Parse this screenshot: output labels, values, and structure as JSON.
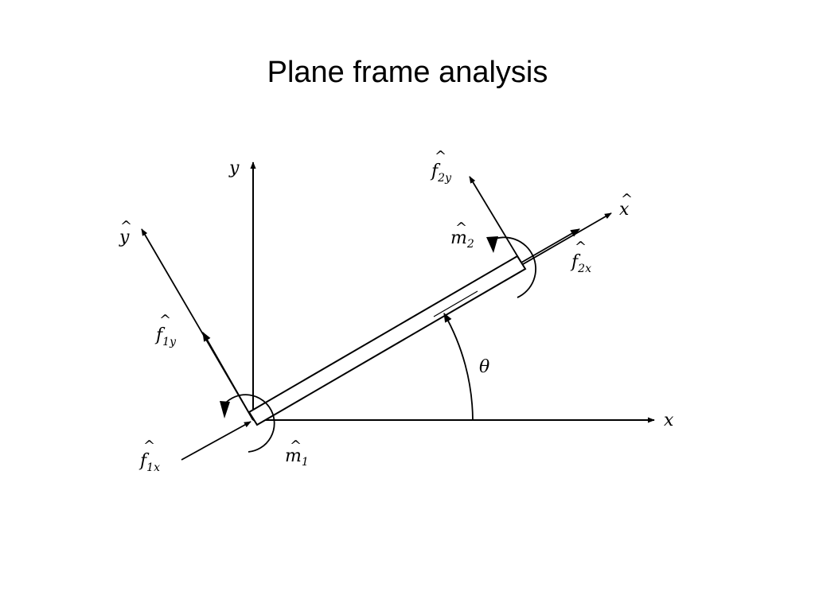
{
  "slide": {
    "title": "Plane frame analysis"
  },
  "diagram": {
    "labels": {
      "y_axis": "y",
      "x_axis": "x",
      "y_hat": "y",
      "x_hat": "x",
      "f1y_main": "f",
      "f1y_sub": "1y",
      "f1x_main": "f",
      "f1x_sub": "1x",
      "f2y_main": "f",
      "f2y_sub": "2y",
      "f2x_main": "f",
      "f2x_sub": "2x",
      "m1_main": "m",
      "m1_sub": "1",
      "m2_main": "m",
      "m2_sub": "2",
      "theta": "θ",
      "hat_mark": "^"
    },
    "colors": {
      "ink": "#000000",
      "background": "#ffffff"
    }
  }
}
